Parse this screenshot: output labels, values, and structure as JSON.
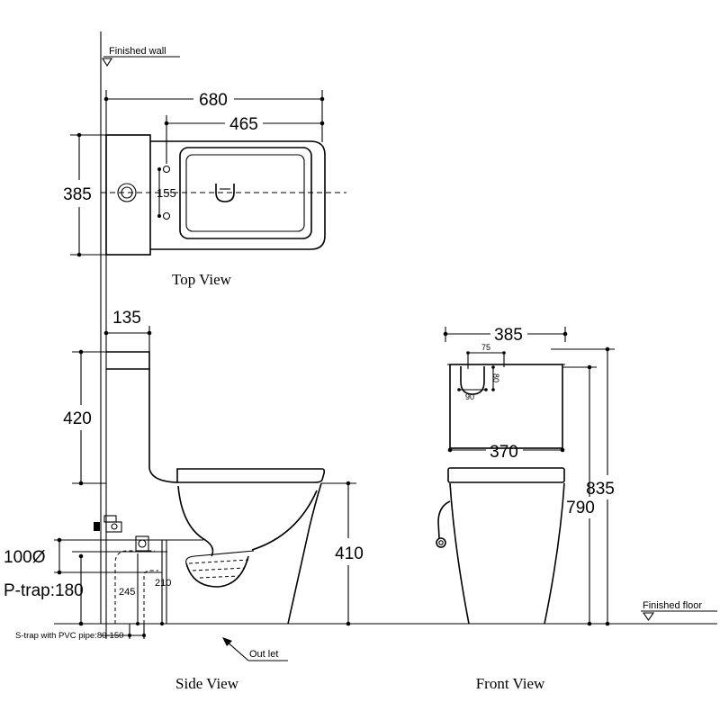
{
  "labels": {
    "finished_wall": "Finished wall",
    "finished_floor": "Finished floor"
  },
  "top_view": {
    "title": "Top View",
    "overall_length": "680",
    "bowl_length": "465",
    "width": "385",
    "inlet_spacing": "155"
  },
  "side_view": {
    "title": "Side View",
    "tank_depth": "135",
    "tank_height": "420",
    "seat_height": "410",
    "pipe_diameter": "100Ø",
    "p_trap": "P-trap:180",
    "s_trap_offset_a": "245",
    "s_trap_offset_b": "210",
    "s_trap_note": "S-trap with PVC pipe:80-150",
    "outlet": "Out let"
  },
  "front_view": {
    "title": "Front View",
    "width": "385",
    "button_width": "75",
    "button_height": "80",
    "button_depth": "90",
    "tank_width": "370",
    "overall_height": "835",
    "tank_height": "790"
  }
}
